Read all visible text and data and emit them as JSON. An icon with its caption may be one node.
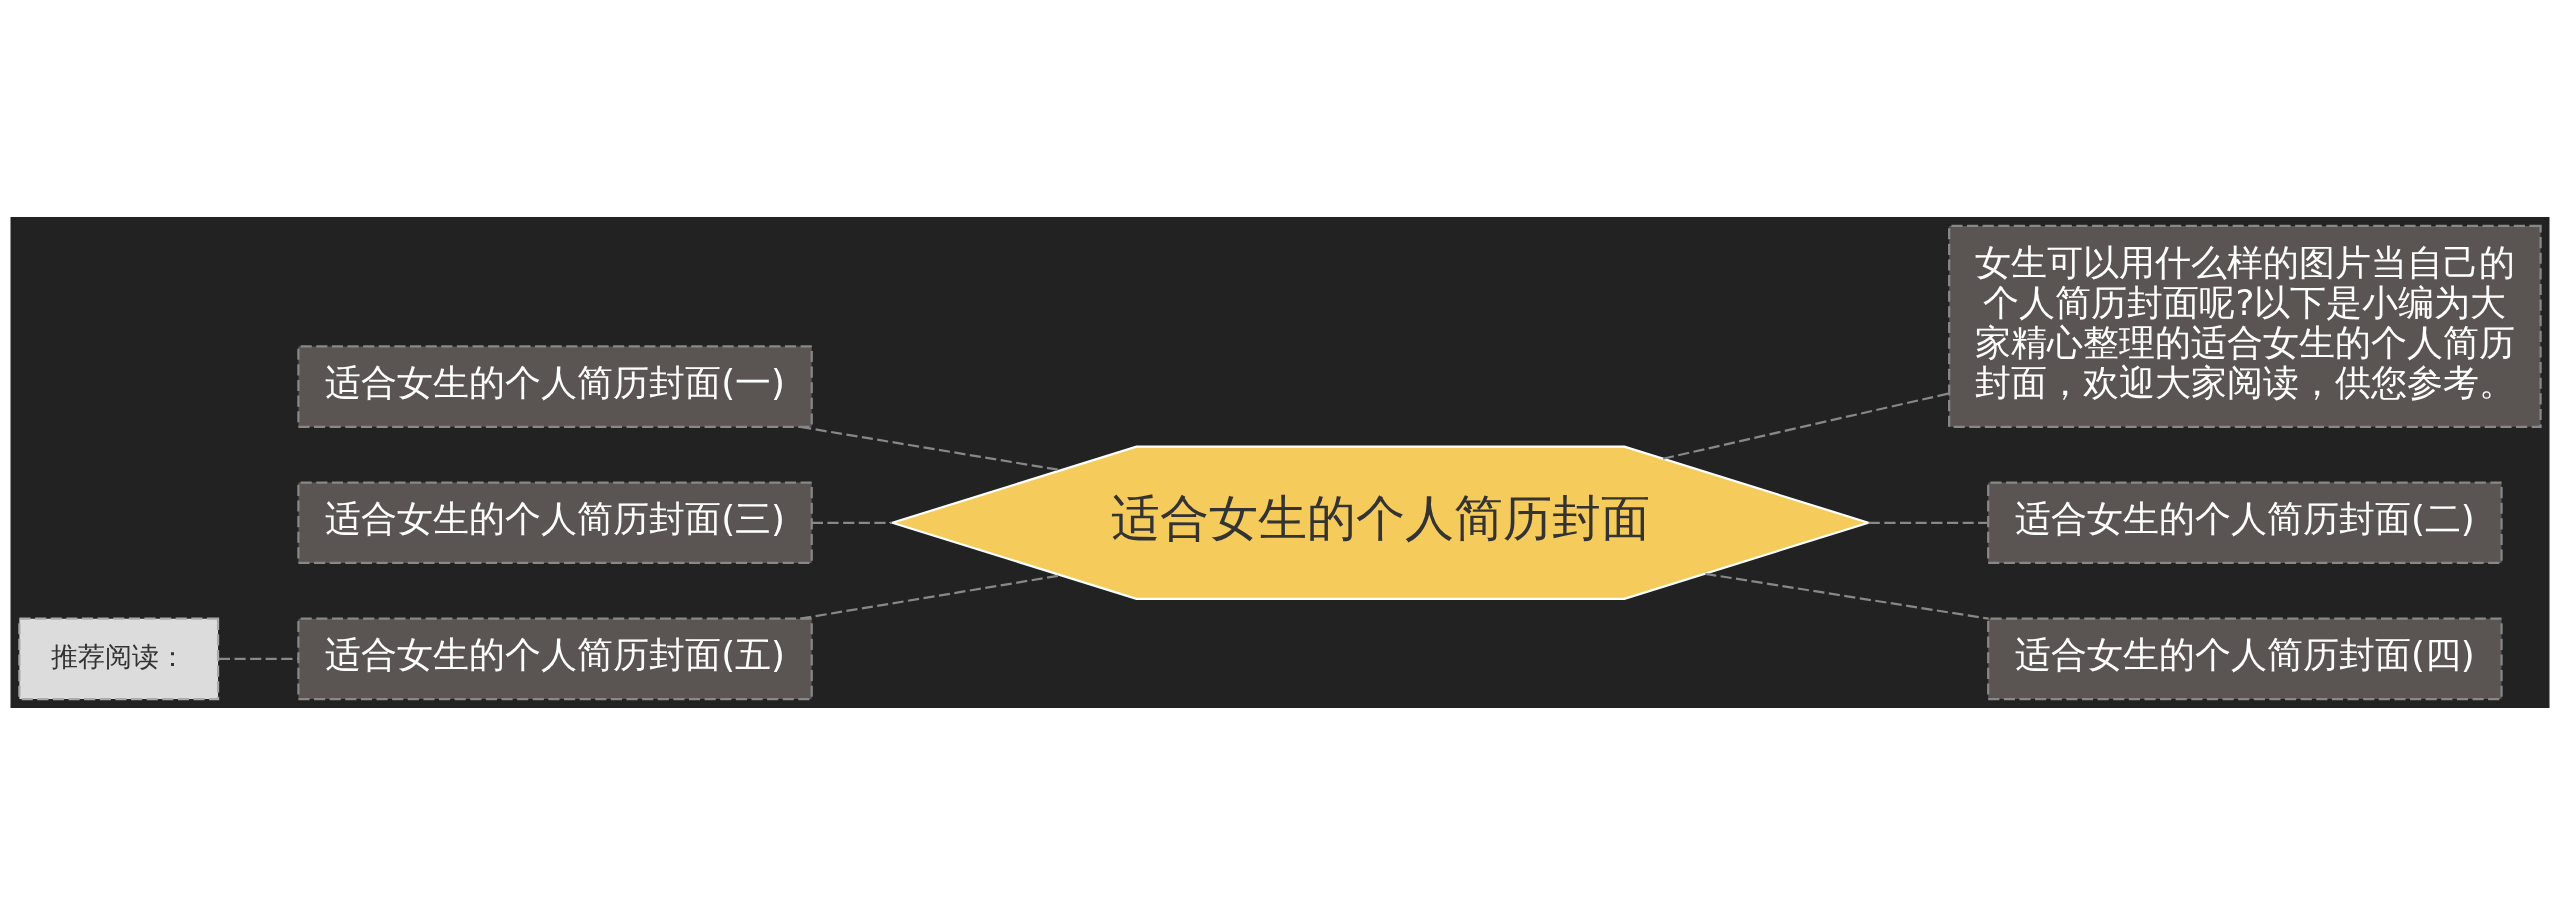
{
  "diagram": {
    "nodes": [
      {
        "text": [
          "适合女生的个人简历封面"
        ]
      },
      {
        "text": [
          "适合女生的个人简历封面(一)"
        ]
      },
      {
        "text": [
          "适合女生的个人简历封面(三)"
        ]
      },
      {
        "text": [
          "适合女生的个人简历封面(五)"
        ]
      },
      {
        "text": [
          "推荐阅读："
        ]
      },
      {
        "text": [
          "女生可以用什么样的图片当自己的个人简历封面呢?以下是小编为大家精心整理的适合女生的个人简历封面，欢迎大家阅读，供您参考。"
        ]
      },
      {
        "text": [
          "适合女生的个人简历封面(二)"
        ]
      },
      {
        "text": [
          "适合女生的个人简历封面(四)"
        ]
      }
    ],
    "edges": [
      {
        "from": 1,
        "to": 0,
        "arrow": "none",
        "style": "dashed"
      },
      {
        "from": 2,
        "to": 0,
        "arrow": "none",
        "style": "dashed"
      },
      {
        "from": 3,
        "to": 0,
        "arrow": "none",
        "style": "dashed"
      },
      {
        "from": 4,
        "to": 3,
        "arrow": "none",
        "style": "dashed"
      },
      {
        "from": 0,
        "to": 5,
        "arrow": "none",
        "style": "dashed"
      },
      {
        "from": 0,
        "to": 6,
        "arrow": "none",
        "style": "dashed"
      },
      {
        "from": 0,
        "to": 7,
        "arrow": "none",
        "style": "dashed"
      }
    ]
  }
}
